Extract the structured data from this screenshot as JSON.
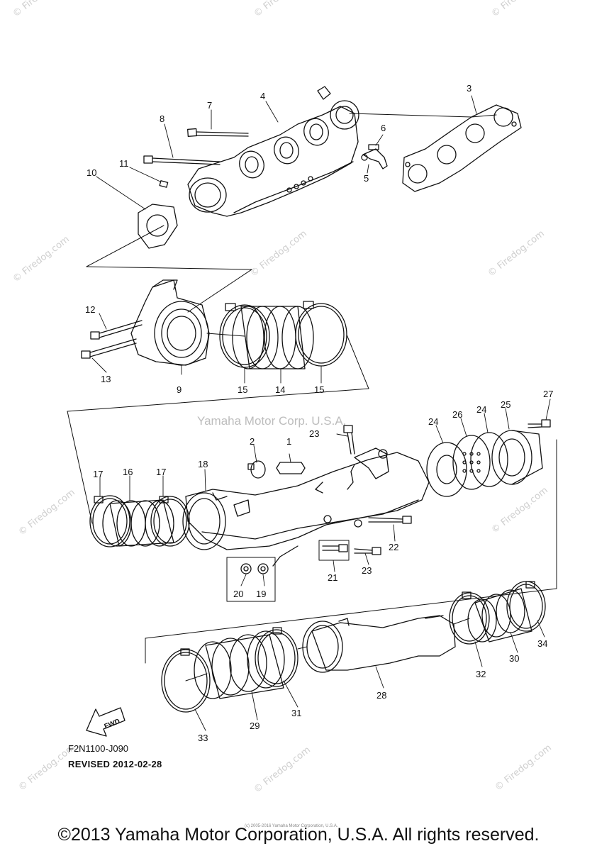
{
  "watermarks": {
    "site": "© Firedog.com",
    "corp": "Yamaha Motor Corp. U.S.A."
  },
  "part_numbers": [
    "1",
    "2",
    "3",
    "4",
    "5",
    "6",
    "7",
    "8",
    "9",
    "10",
    "11",
    "12",
    "13",
    "14",
    "15",
    "15",
    "16",
    "17",
    "17",
    "18",
    "19",
    "20",
    "21",
    "22",
    "23",
    "23",
    "24",
    "24",
    "25",
    "26",
    "27",
    "28",
    "29",
    "30",
    "31",
    "32",
    "33",
    "34"
  ],
  "fwd_label": "FWD",
  "diagram_code": "F2N1100-J090",
  "revised": "REVISED 2012-02-28",
  "tiny_note": "(c) 2005-2016 Yamaha Motor Corporation, U.S.A.",
  "copyright": "©2013 Yamaha Motor Corporation, U.S.A. All rights reserved."
}
